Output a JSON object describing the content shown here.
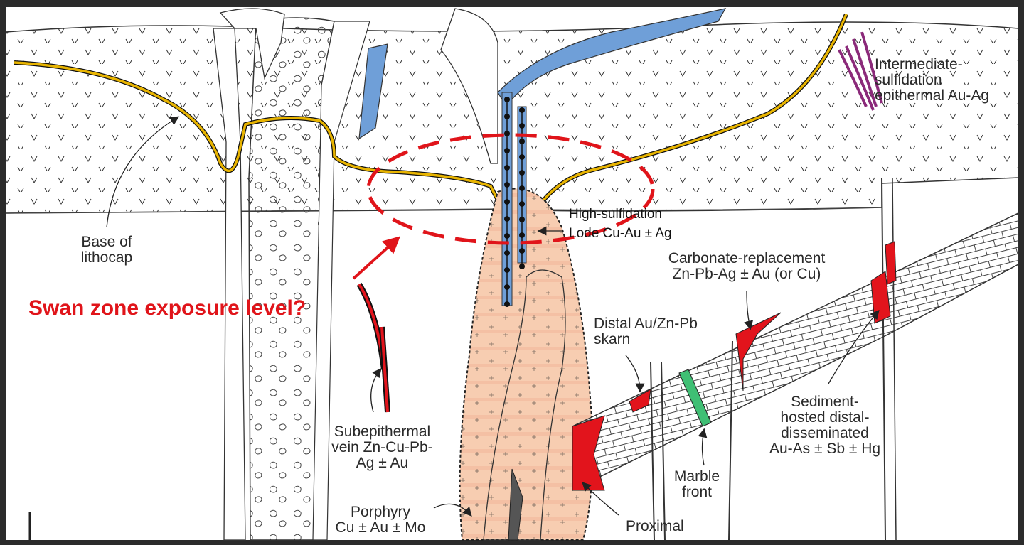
{
  "labels": {
    "base_of_lithocap": "Base of\nlithocap",
    "intermediate_sulfidation": "Intermediate-\nsulfidation\nepithermal Au-Ag",
    "high_sulfidation_title": "High-sulfidation",
    "high_sulfidation_sub": "Lode Cu-Au ± Ag",
    "carbonate_replacement": "Carbonate-replacement\nZn-Pb-Ag ± Au (or Cu)",
    "swan_zone": "Swan zone exposure level?",
    "distal_skarn": "Distal Au/Zn-Pb\nskarn",
    "sediment_hosted": "Sediment-\nhosted distal-\ndisseminated\nAu-As ± Sb ± Hg",
    "subepithermal": "Subepithermal\nvein Zn-Cu-Pb-\nAg ± Au",
    "marble_front": "Marble\nfront",
    "porphyry": "Porphyry\nCu ± Au ± Mo",
    "proximal": "Proximal"
  },
  "colors": {
    "frame": "#2b2b2b",
    "lithocap_line": "#e8b400",
    "annotation_red": "#e0141a",
    "ore_red": "#e2141c",
    "porphyry_fill": "#f7cdb1",
    "vein_blue": "#6f9fd8",
    "marble_green": "#3fbf74",
    "is_vein_purple": "#8b2a7a"
  }
}
